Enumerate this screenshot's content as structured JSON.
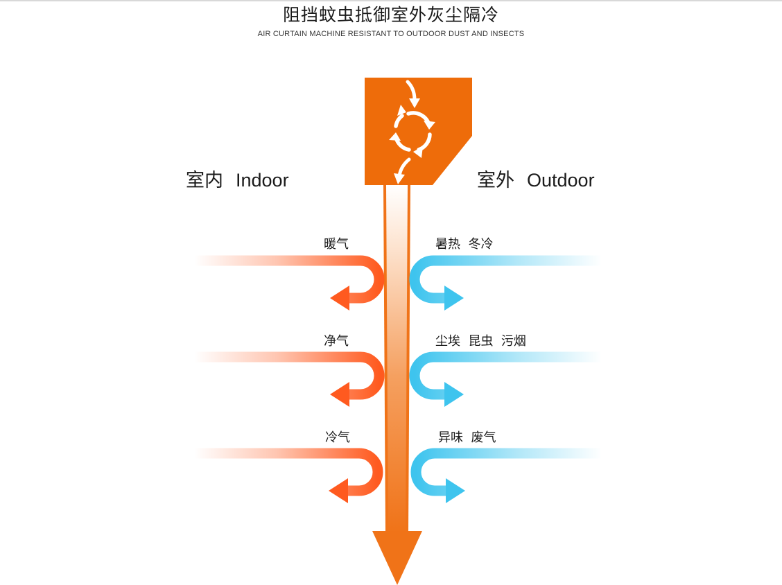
{
  "title": "阻挡蚊虫抵御室外灰尘隔冷",
  "subtitle": "AIR CURTAIN MACHINE RESISTANT TO OUTDOOR DUST AND INSECTS",
  "indoor": {
    "cn": "室内",
    "en": "Indoor"
  },
  "outdoor": {
    "cn": "室外",
    "en": "Outdoor"
  },
  "indoor_flows": [
    "暖气",
    "净气",
    "冷气"
  ],
  "outdoor_flows": [
    "暑热  冬冷",
    "尘埃  昆虫  污烟",
    "异味  废气"
  ],
  "colors": {
    "unit": "#ee6c0a",
    "indoor_arrow": "#ff5a1f",
    "outdoor_arrow": "#3ec4ee",
    "curtain": "#f07318"
  }
}
